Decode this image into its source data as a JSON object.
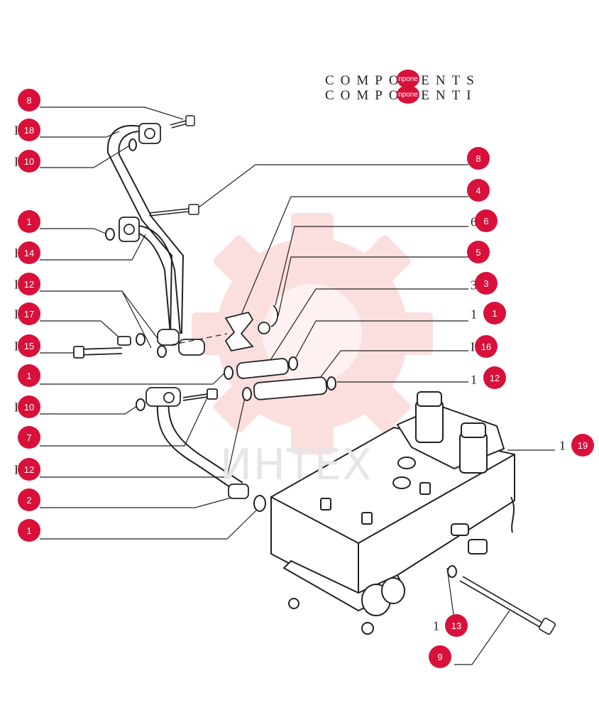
{
  "titles": {
    "line1": "COMPONENTS",
    "line2": "COMPONENTI",
    "dot1": "npone",
    "dot2": "npone"
  },
  "watermark": {
    "text": "ИНТЕХ",
    "color": "#f4a5a5"
  },
  "accent_color": "#d8103a",
  "callouts": [
    {
      "id": "c-8-top",
      "label": "8"
    },
    {
      "id": "c-18",
      "label": "18"
    },
    {
      "id": "c-10-top",
      "label": "10"
    },
    {
      "id": "c-1-a",
      "label": "1"
    },
    {
      "id": "c-14",
      "label": "14"
    },
    {
      "id": "c-12-a",
      "label": "12"
    },
    {
      "id": "c-17",
      "label": "17"
    },
    {
      "id": "c-15",
      "label": "15"
    },
    {
      "id": "c-1-b",
      "label": "1"
    },
    {
      "id": "c-10-b",
      "label": "10"
    },
    {
      "id": "c-7",
      "label": "7"
    },
    {
      "id": "c-12-b",
      "label": "12"
    },
    {
      "id": "c-2",
      "label": "2"
    },
    {
      "id": "c-1-c",
      "label": "1"
    },
    {
      "id": "c-8-right",
      "label": "8"
    },
    {
      "id": "c-4",
      "label": "4"
    },
    {
      "id": "c-6",
      "label": "6"
    },
    {
      "id": "c-5",
      "label": "5"
    },
    {
      "id": "c-3",
      "label": "3"
    },
    {
      "id": "c-1-d",
      "label": "1"
    },
    {
      "id": "c-16",
      "label": "16"
    },
    {
      "id": "c-12-c",
      "label": "12"
    },
    {
      "id": "c-19",
      "label": "19"
    },
    {
      "id": "c-13",
      "label": "13"
    },
    {
      "id": "c-9",
      "label": "9"
    }
  ],
  "ghost_labels": [
    {
      "id": "g-18",
      "text": "I"
    },
    {
      "id": "g-10a",
      "text": "I"
    },
    {
      "id": "g-14",
      "text": "I"
    },
    {
      "id": "g-12a",
      "text": "I"
    },
    {
      "id": "g-17",
      "text": "I"
    },
    {
      "id": "g-15",
      "text": "I"
    },
    {
      "id": "g-10b",
      "text": "I"
    },
    {
      "id": "g-12b",
      "text": "I"
    },
    {
      "id": "g-6",
      "text": "6"
    },
    {
      "id": "g-3",
      "text": "3"
    },
    {
      "id": "g-1d",
      "text": "1"
    },
    {
      "id": "g-16",
      "text": "I"
    },
    {
      "id": "g-12c",
      "text": "1"
    },
    {
      "id": "g-19",
      "text": "1"
    },
    {
      "id": "g-13",
      "text": "1"
    }
  ]
}
